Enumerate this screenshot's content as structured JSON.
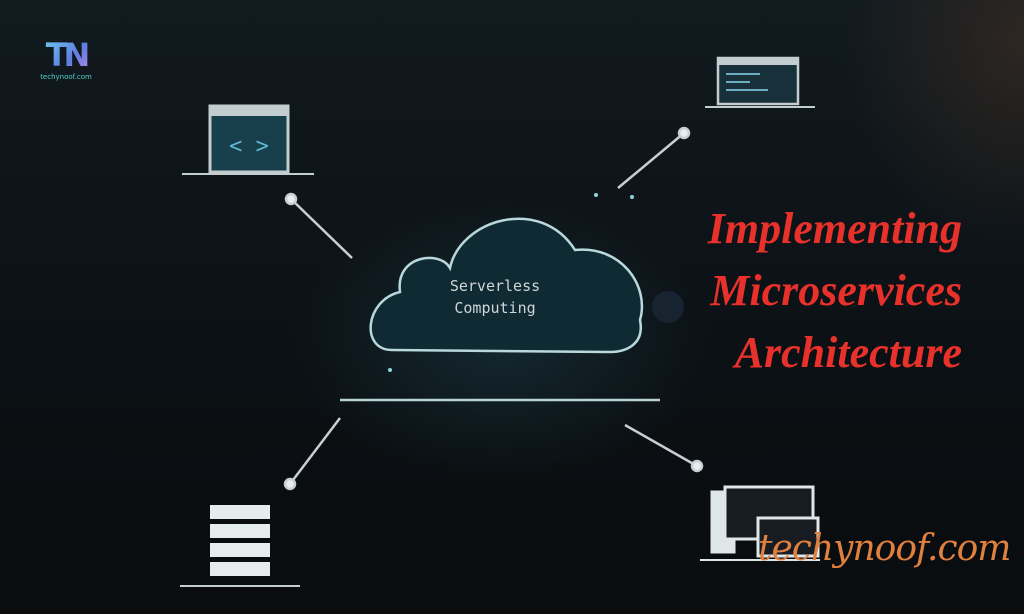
{
  "logo": {
    "mark": "TN",
    "site": "techynoof.com"
  },
  "diagram": {
    "center": {
      "label_line1": "Serverless",
      "label_line2": "Computing"
    },
    "nodes": [
      "code-window-icon",
      "code-editor-icon",
      "server-rack-icon",
      "devices-icon"
    ]
  },
  "title": {
    "line1": "Implementing",
    "line2": "Microservices",
    "line3": "Architecture"
  },
  "watermark": "techynoof.com",
  "colors": {
    "title": "#e8312b",
    "watermark": "#e0803f",
    "accent": "#8fd3dc"
  }
}
